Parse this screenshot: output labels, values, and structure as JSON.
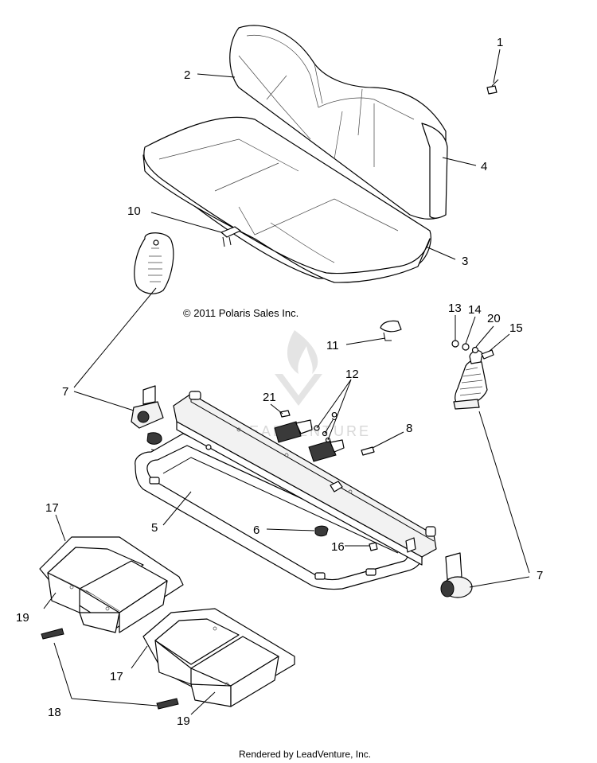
{
  "copyright": "© 2011 Polaris Sales Inc.",
  "footer": "Rendered by LeadVenture, Inc.",
  "watermark": "LEADVENTURE",
  "callouts": {
    "c1": "1",
    "c2": "2",
    "c3": "3",
    "c4": "4",
    "c5": "5",
    "c6": "6",
    "c7a": "7",
    "c7b": "7",
    "c8": "8",
    "c9": "9",
    "c10": "10",
    "c11": "11",
    "c12": "12",
    "c13": "13",
    "c14": "14",
    "c15": "15",
    "c16": "16",
    "c17a": "17",
    "c17b": "17",
    "c18": "18",
    "c19a": "19",
    "c19b": "19",
    "c20": "20",
    "c21": "21"
  }
}
